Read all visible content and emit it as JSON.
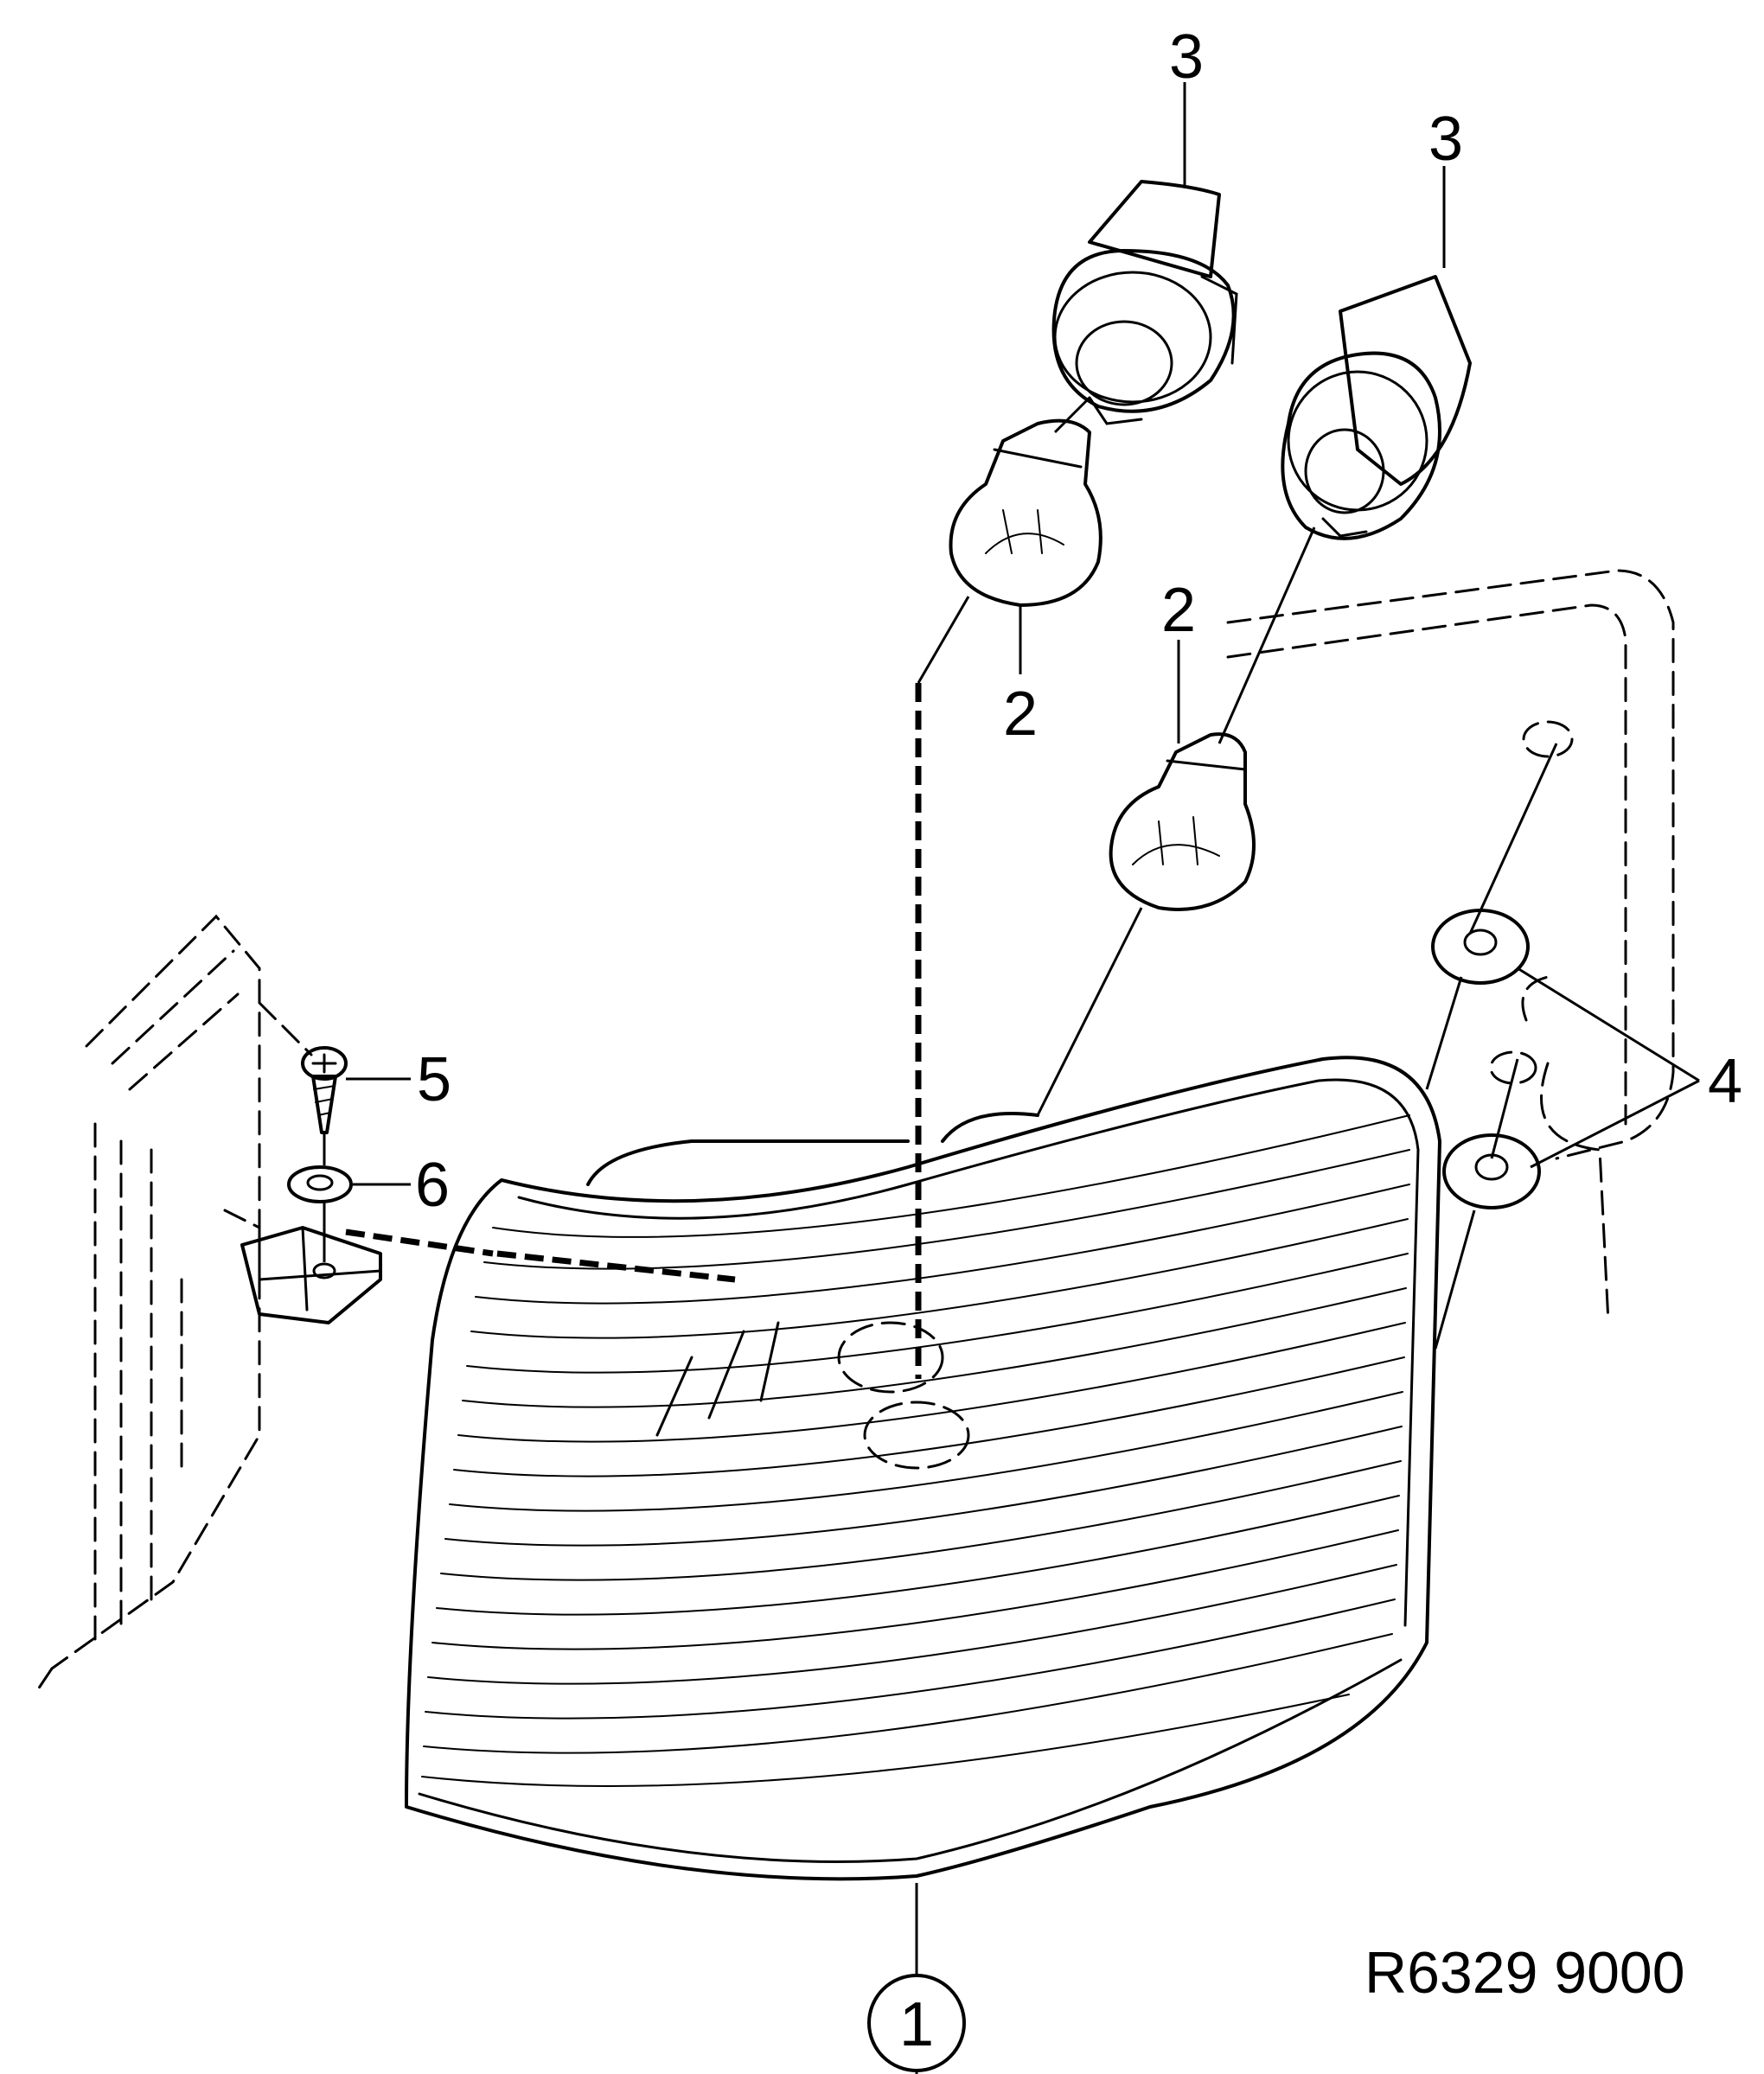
{
  "callouts": {
    "c1": "1",
    "c2a": "2",
    "c2b": "2",
    "c3a": "3",
    "c3b": "3",
    "c4": "4",
    "c5": "5",
    "c6": "6"
  },
  "figure_code": "R6329 9000",
  "colors": {
    "line": "#000000",
    "background": "#ffffff"
  }
}
